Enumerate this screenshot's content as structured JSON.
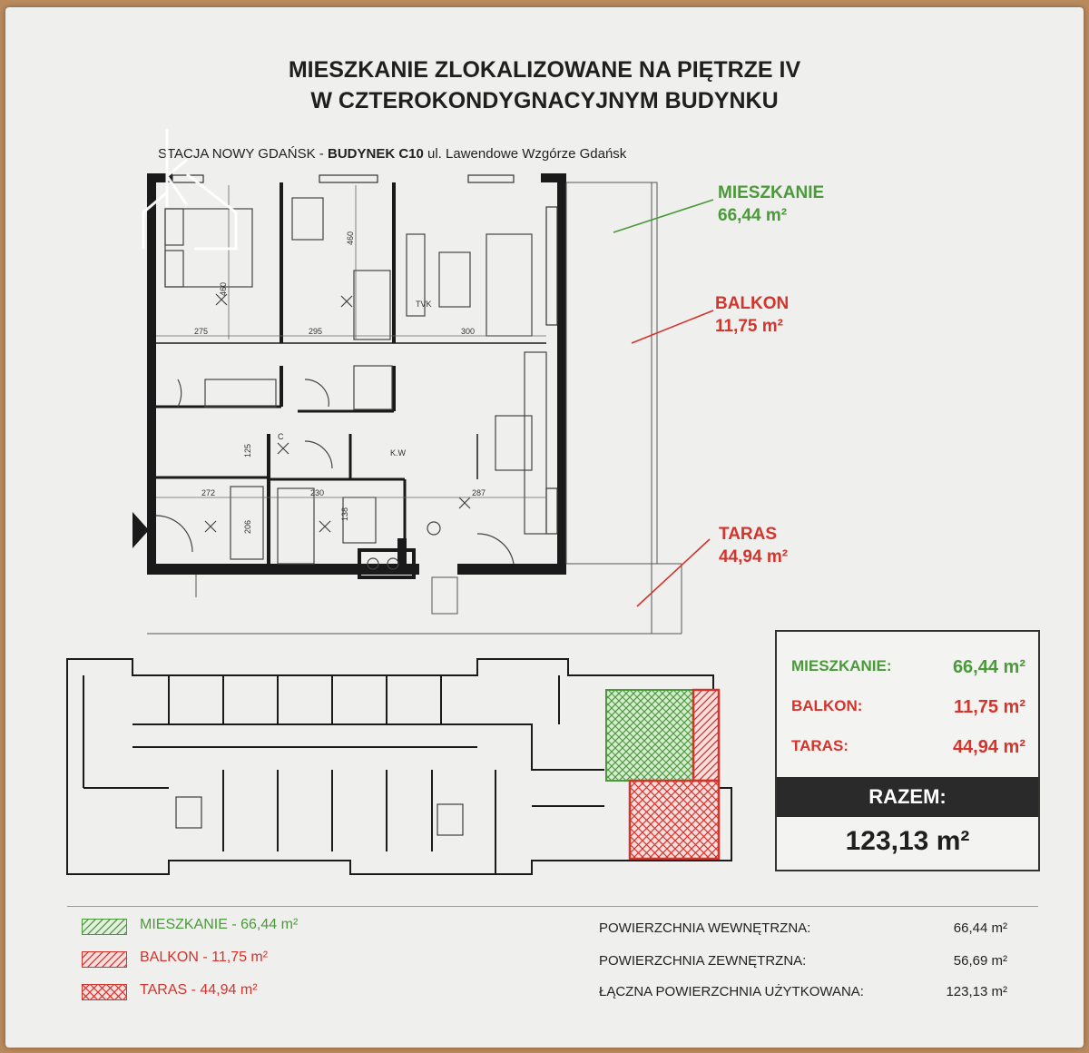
{
  "title": {
    "line1": "MIESZKANIE ZLOKALIZOWANE NA PIĘTRZE IV",
    "line2": "W CZTEROKONDYGNACYJNYM BUDYNKU"
  },
  "subtitle": {
    "prefix": "STACJA NOWY GDAŃSK - ",
    "building": "BUDYNEK C10",
    "address": " ul. Lawendowe Wzgórze Gdańsk"
  },
  "areas": {
    "mieszkanie": {
      "label": "MIESZKANIE",
      "value": "66,44 m²",
      "color": "#4a9a3a"
    },
    "balkon": {
      "label": "BALKON",
      "value": "11,75 m²",
      "color": "#d3342c"
    },
    "taras": {
      "label": "TARAS",
      "value": "44,94 m²",
      "color": "#d3342c"
    }
  },
  "summary": {
    "rows": [
      {
        "label": "MIESZKANIE:",
        "value": "66,44 m²"
      },
      {
        "label": "BALKON:",
        "value": "11,75 m²"
      },
      {
        "label": "TARAS:",
        "value": "44,94 m²"
      }
    ],
    "total_label": "RAZEM:",
    "total_value": "123,13 m²"
  },
  "legend": [
    {
      "text": "MIESZKANIE - 66,44 m²"
    },
    {
      "text": "BALKON - 11,75 m²"
    },
    {
      "text": "TARAS - 44,94 m²"
    }
  ],
  "stats": [
    {
      "label": "POWIERZCHNIA WEWNĘTRZNA:",
      "value": "66,44 m²"
    },
    {
      "label": "POWIERZCHNIA ZEWNĘTRZNA:",
      "value": "56,69 m²"
    },
    {
      "label": "ŁĄCZNA POWIERZCHNIA UŻYTKOWANA:",
      "value": "123,13 m²"
    }
  ],
  "dimensions": {
    "d275": "275",
    "d295": "295",
    "d300": "300",
    "d460a": "460",
    "d460b": "460",
    "d272": "272",
    "d230": "230",
    "d287": "287",
    "d125": "125",
    "d206": "206",
    "d138": "138",
    "tvk": "TVK",
    "c": "C",
    "kw": "K.W"
  },
  "colors": {
    "green": "#4a9a3a",
    "red": "#d3342c",
    "wall": "#1a1a1a"
  }
}
